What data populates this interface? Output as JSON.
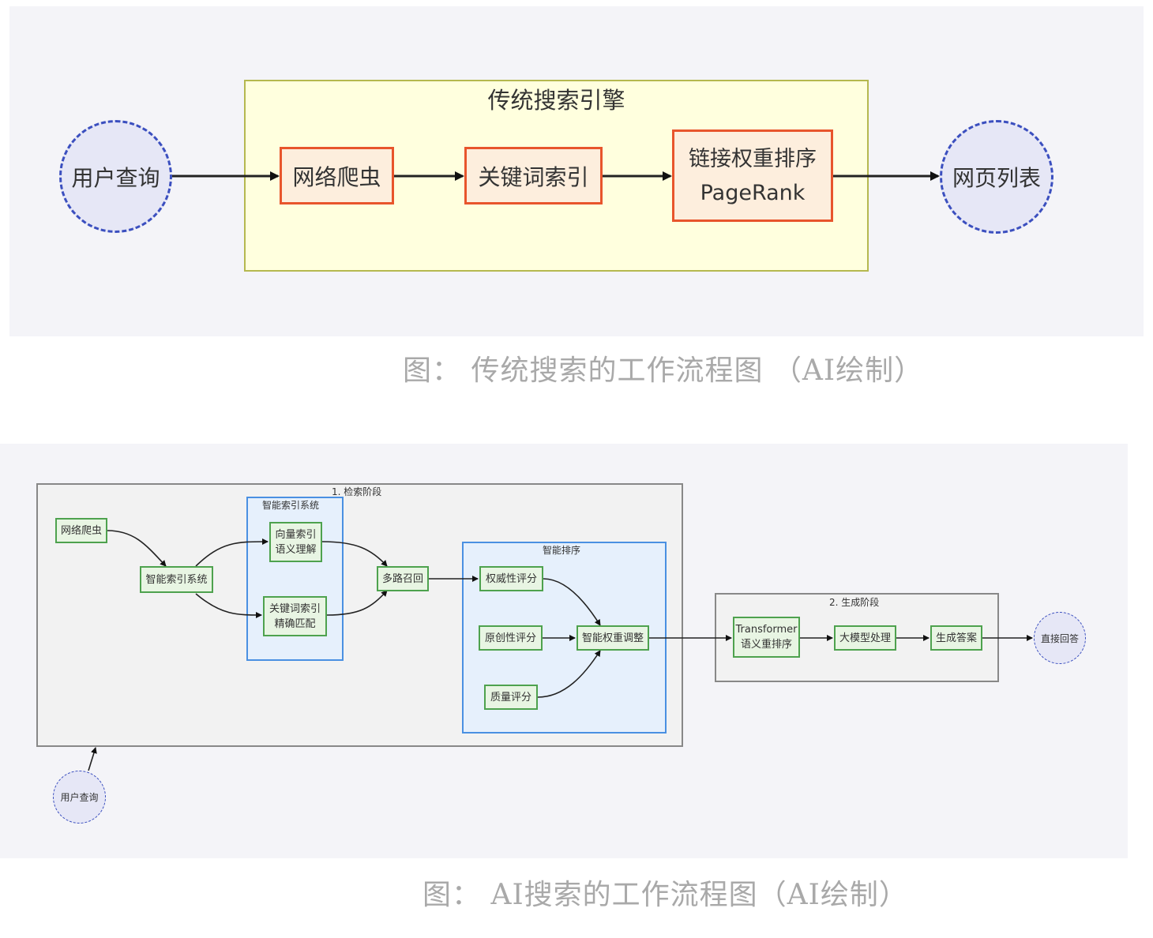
{
  "diagram1": {
    "title": "传统搜索引擎",
    "nodes": {
      "user_query": "用户查询",
      "crawler": "网络爬虫",
      "keyword_index": "关键词索引",
      "link_weight_line1": "链接权重排序",
      "link_weight_line2": "PageRank",
      "web_list": "网页列表"
    },
    "caption": "图： 传统搜索的工作流程图 （AI绘制）"
  },
  "diagram2": {
    "stage1_title": "1. 检索阶段",
    "index_group_title": "智能索引系统",
    "ranking_group_title": "智能排序",
    "stage2_title": "2. 生成阶段",
    "nodes": {
      "crawler": "网络爬虫",
      "smart_index": "智能索引系统",
      "vector_line1": "向量索引",
      "vector_line2": "语义理解",
      "keyword_line1": "关键词索引",
      "keyword_line2": "精确匹配",
      "multi_recall": "多路召回",
      "authority": "权威性评分",
      "originality": "原创性评分",
      "quality": "质量评分",
      "weight_adjust": "智能权重调整",
      "transformer_line1": "Transformer",
      "transformer_line2": "语义重排序",
      "llm": "大模型处理",
      "generate": "生成答案",
      "direct_answer": "直接回答",
      "user_query": "用户查询"
    },
    "caption": "图： AI搜索的工作流程图（AI绘制）"
  },
  "colors": {
    "panel_bg": "#f4f4f8",
    "cluster_yellow_bg": "#ffffde",
    "cluster_yellow_border": "#b5b84f",
    "node_orange_border": "#e8552c",
    "node_orange_bg": "#fdeedd",
    "node_green_border": "#4ea24e",
    "node_green_bg": "#e8f5e3",
    "circle_border": "#3b4fbf",
    "circle_bg": "#e6e7f6",
    "group_blue_border": "#4a90e2",
    "caption_text": "#a9a9a9"
  }
}
